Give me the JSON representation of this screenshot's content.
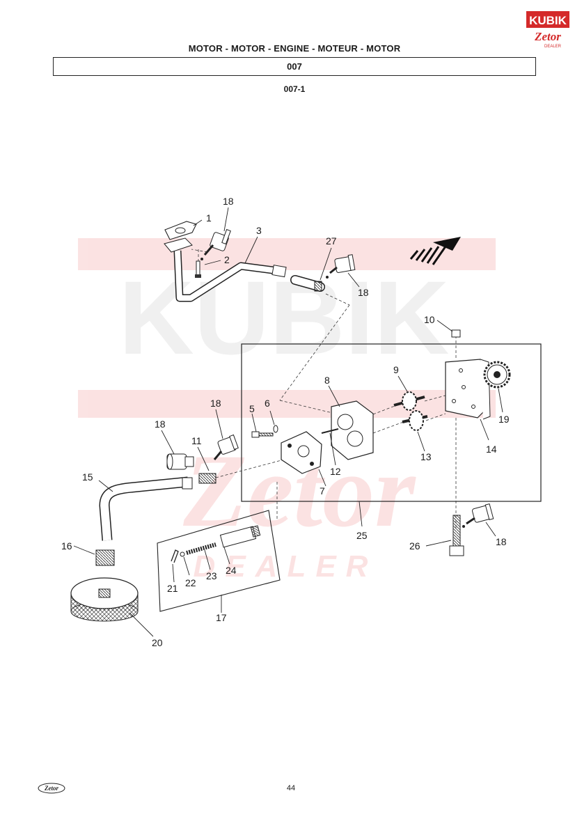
{
  "header": {
    "title": "MOTOR - MOTOR - ENGINE - MOTEUR - MOTOR",
    "group_code": "007",
    "figure_code": "007-1"
  },
  "logo": {
    "top_text": "KUBIK",
    "bottom_text": "Zetor",
    "sub_text": "DEALER"
  },
  "watermark": {
    "top_text": "KUBIK",
    "bottom_text": "Zetor",
    "sub_text": "DEALER"
  },
  "part_labels": [
    {
      "id": "p1",
      "text": "1"
    },
    {
      "id": "p2",
      "text": "2"
    },
    {
      "id": "p3",
      "text": "3"
    },
    {
      "id": "p5",
      "text": "5"
    },
    {
      "id": "p6",
      "text": "6"
    },
    {
      "id": "p7",
      "text": "7"
    },
    {
      "id": "p8",
      "text": "8"
    },
    {
      "id": "p9",
      "text": "9"
    },
    {
      "id": "p10",
      "text": "10"
    },
    {
      "id": "p11",
      "text": "11"
    },
    {
      "id": "p12",
      "text": "12"
    },
    {
      "id": "p13",
      "text": "13"
    },
    {
      "id": "p14",
      "text": "14"
    },
    {
      "id": "p15",
      "text": "15"
    },
    {
      "id": "p16",
      "text": "16"
    },
    {
      "id": "p17",
      "text": "17"
    },
    {
      "id": "p18a",
      "text": "18"
    },
    {
      "id": "p18b",
      "text": "18"
    },
    {
      "id": "p18c",
      "text": "18"
    },
    {
      "id": "p18d",
      "text": "18"
    },
    {
      "id": "p18e",
      "text": "18"
    },
    {
      "id": "p19",
      "text": "19"
    },
    {
      "id": "p20",
      "text": "20"
    },
    {
      "id": "p21",
      "text": "21"
    },
    {
      "id": "p22",
      "text": "22"
    },
    {
      "id": "p23",
      "text": "23"
    },
    {
      "id": "p24",
      "text": "24"
    },
    {
      "id": "p25",
      "text": "25"
    },
    {
      "id": "p26",
      "text": "26"
    },
    {
      "id": "p27",
      "text": "27"
    }
  ],
  "footer": {
    "page_number": "44",
    "logo_text": "Zetor"
  }
}
